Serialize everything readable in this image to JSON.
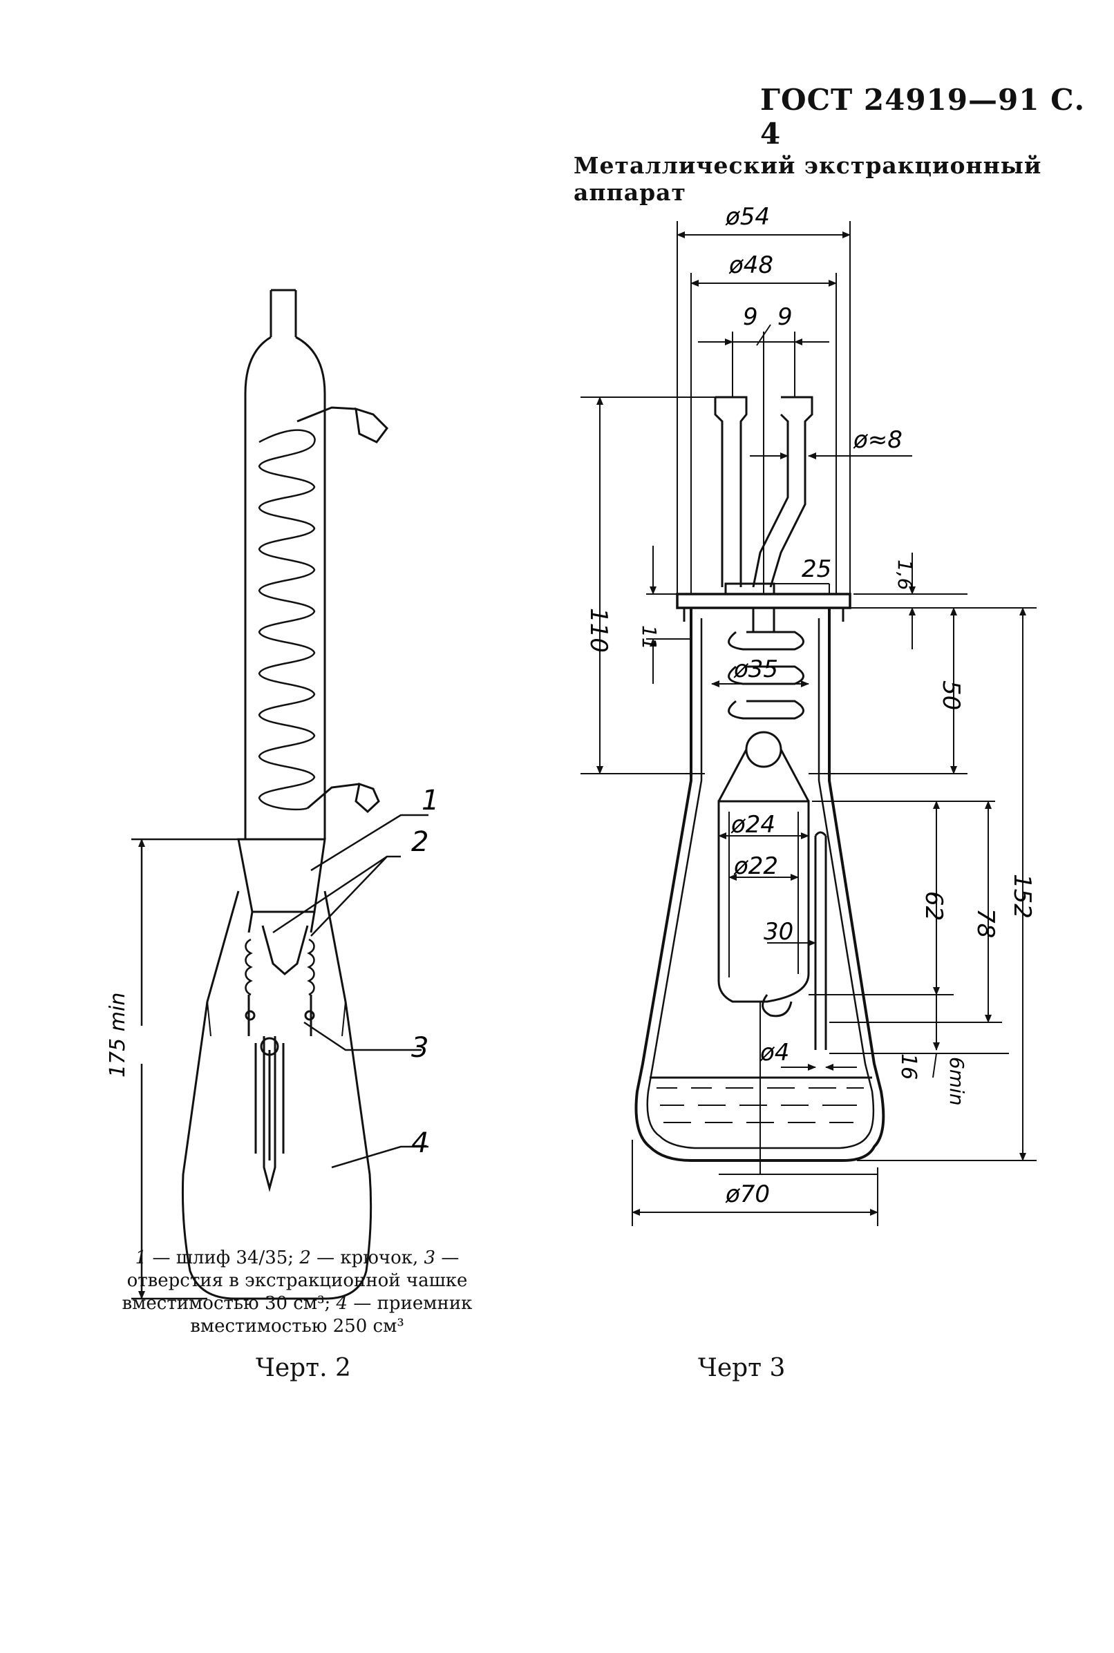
{
  "header": {
    "code": "ГОСТ 24919—91 С. 4"
  },
  "fig3_title": "Металлический экстракционный аппарат",
  "fig2": {
    "callouts": [
      "1",
      "2",
      "3",
      "4"
    ],
    "height_label": "175 min",
    "caption": {
      "n1": "1",
      "t1": " — шлиф 34/35; ",
      "n2": "2",
      "t2": " — крючок, ",
      "n3": "3",
      "t3": " — отверстия в экстракционной чашке вместимостью 30 см³; ",
      "n4": "4",
      "t4": " — приемник вместимостью 250 см³"
    },
    "label": "Черт. 2"
  },
  "fig3": {
    "dims": {
      "d54": "ø54",
      "d48": "ø48",
      "s9a": "9",
      "s9b": "9",
      "d8": "ø≈8",
      "h110": "110",
      "h11": "11",
      "w25": "25",
      "t16": "1,6",
      "d35": "ø35",
      "h50": "50",
      "h152": "152",
      "d24": "ø24",
      "d22": "ø22",
      "w30": "30",
      "h62": "62",
      "h78": "78",
      "d4": "ø4",
      "h16": "16",
      "h6": "6min",
      "d70": "ø70"
    },
    "label": "Черт 3"
  }
}
